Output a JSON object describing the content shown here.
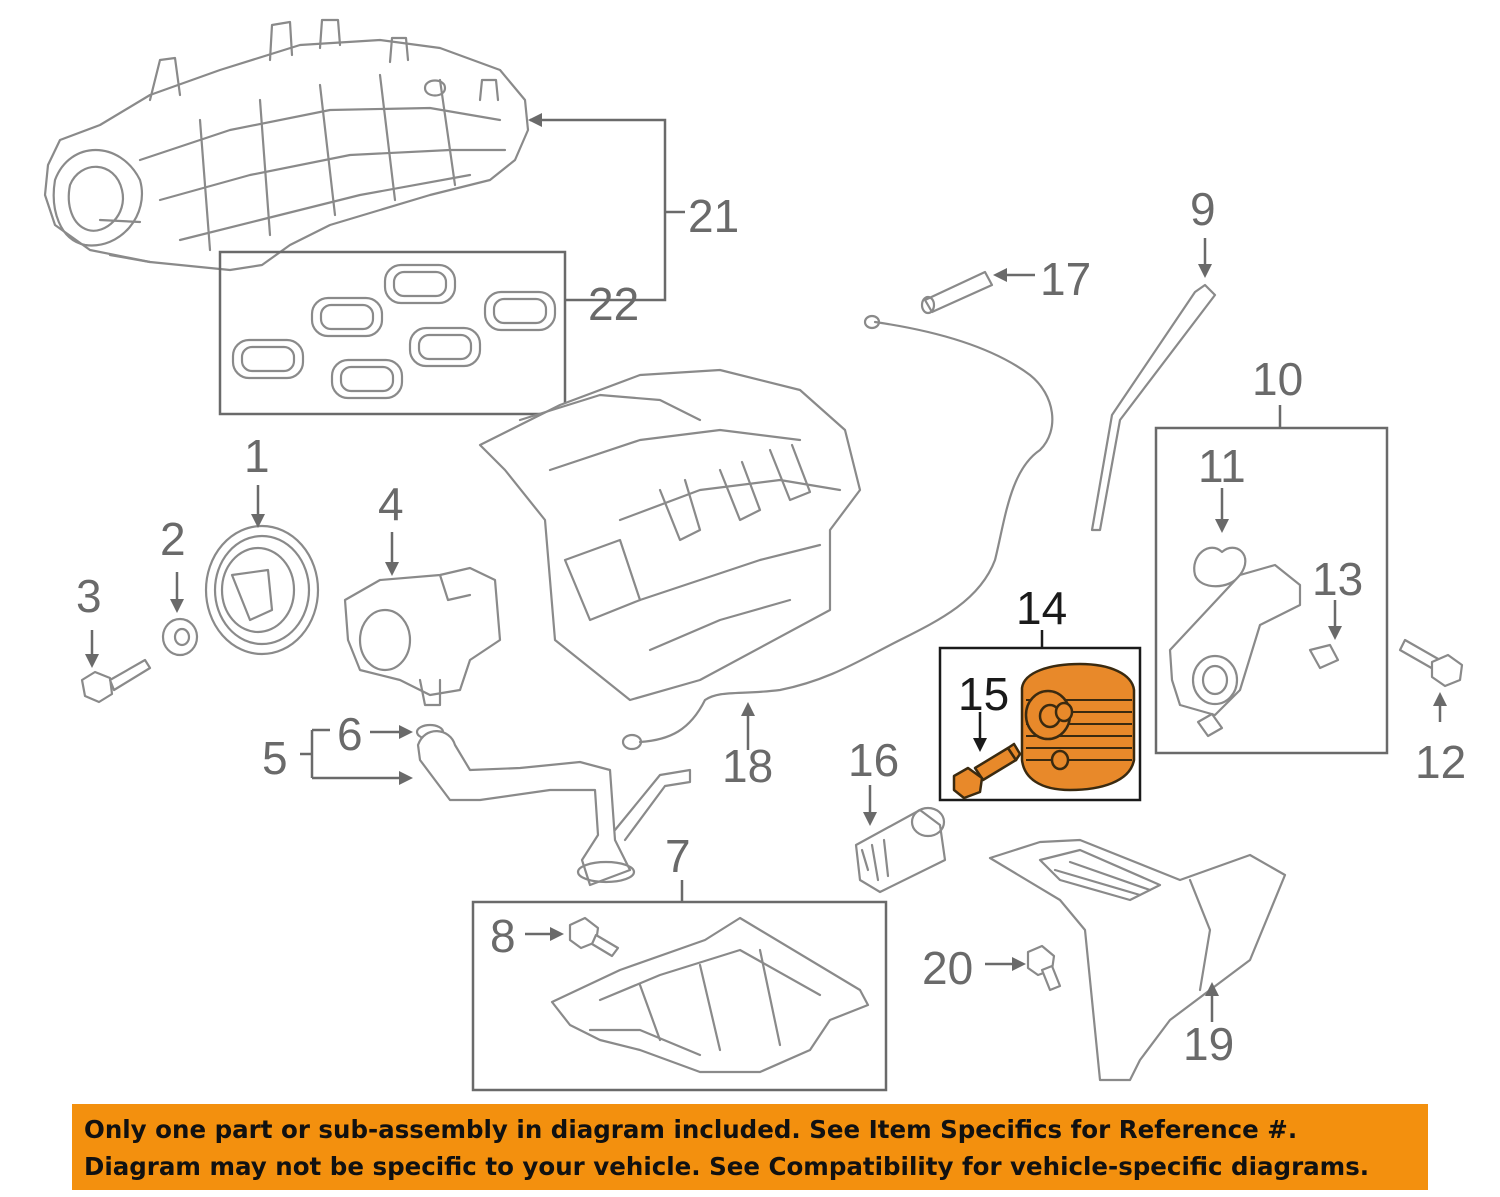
{
  "callouts": {
    "c1": "1",
    "c2": "2",
    "c3": "3",
    "c4": "4",
    "c5": "5",
    "c6": "6",
    "c7": "7",
    "c8": "8",
    "c9": "9",
    "c10": "10",
    "c11": "11",
    "c12": "12",
    "c13": "13",
    "c14": "14",
    "c15": "15",
    "c16": "16",
    "c17": "17",
    "c18": "18",
    "c19": "19",
    "c20": "20",
    "c21": "21",
    "c22": "22"
  },
  "highlighted_parts": [
    "14",
    "15"
  ],
  "colors": {
    "highlight": "#e8892a",
    "banner": "#f3900e",
    "line_gray": "#8a8a8a",
    "label_gray": "#6a6a6a"
  },
  "notice": {
    "line1": "Only one part or sub-assembly in diagram included. See Item Specifics for Reference #.",
    "line2": "Diagram may not be specific to your vehicle. See Compatibility for vehicle-specific diagrams."
  }
}
